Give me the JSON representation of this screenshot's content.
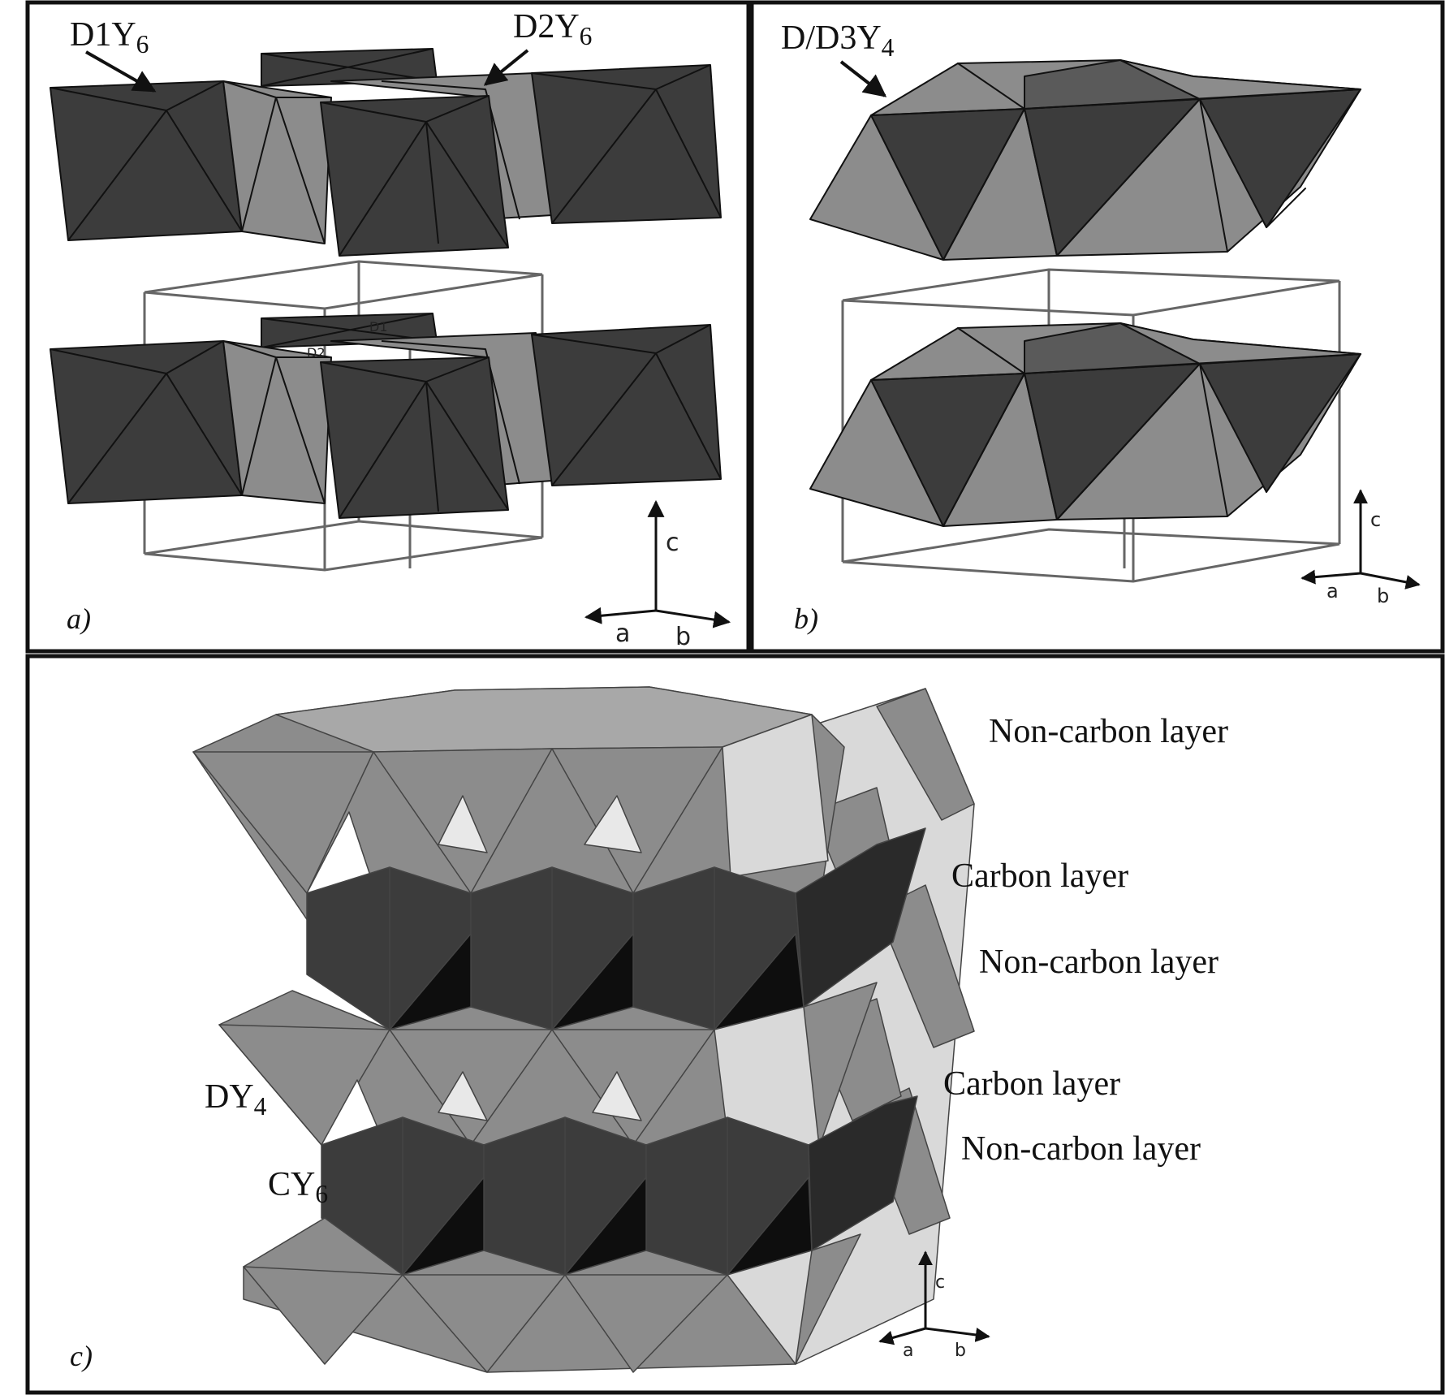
{
  "panels": {
    "a": {
      "label": "a)",
      "annotations": [
        {
          "base": "D1Y",
          "sub": "6"
        },
        {
          "base": "D2Y",
          "sub": "6"
        }
      ],
      "site_labels": [
        "D1",
        "D2"
      ],
      "axes": {
        "up": "c",
        "left": "a",
        "right": "b"
      }
    },
    "b": {
      "label": "b)",
      "annotations": [
        {
          "base": "D/D3Y",
          "sub": "4"
        }
      ],
      "axes": {
        "up": "c",
        "left": "a",
        "right": "b"
      }
    },
    "c": {
      "label": "c)",
      "layers": [
        "Non-carbon layer",
        "Carbon layer",
        "Non-carbon layer",
        "Carbon layer",
        "Non-carbon layer"
      ],
      "polyhedra": [
        {
          "base": "DY",
          "sub": "4"
        },
        {
          "base": "CY",
          "sub": "6"
        }
      ],
      "axes": {
        "up": "c",
        "left": "a",
        "right": "b"
      }
    }
  },
  "colors": {
    "dark": "#3c3c3c",
    "medium": "#8c8c8c",
    "light": "#d9d9d9",
    "black": "#0e0e0e",
    "frame": "#111111"
  }
}
